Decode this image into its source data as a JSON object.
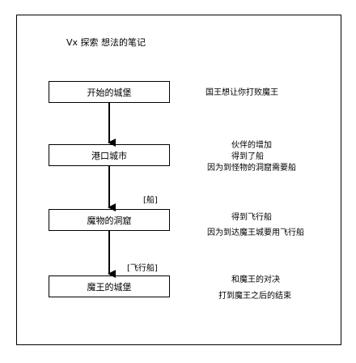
{
  "title": "Vx 探索 想法的笔记",
  "boxes": [
    "开始的城堡",
    "港口城市",
    "魔物的洞窟",
    "魔王的城堡"
  ],
  "tags": [
    "[船]",
    "[飞行船]"
  ],
  "notes": {
    "n1": "国王想让你打败魔王",
    "n2a": "伙伴的增加",
    "n2b": "得到了船",
    "n2c": "因为到怪物的洞窟需要船",
    "n3a": "得到飞行船",
    "n3b": "因为到达魔王城要用飞行船",
    "n4a": "和魔王的对决",
    "n4b": "打到魔王之后的结束"
  }
}
